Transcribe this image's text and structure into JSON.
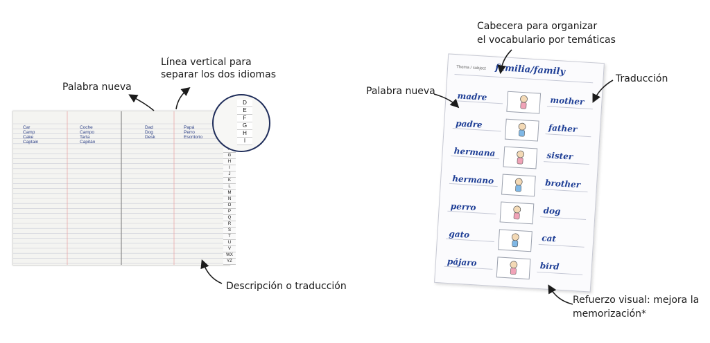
{
  "callouts": {
    "palabra_nueva_left": "Palabra nueva",
    "linea_vertical_1": "Línea vertical para",
    "linea_vertical_2": "separar los dos idiomas",
    "descripcion": "Descripción o traducción",
    "cabecera_1": "Cabecera para organizar",
    "cabecera_2": "el vocabulario por temáticas",
    "palabra_nueva_right": "Palabra nueva",
    "traduccion": "Traducción",
    "refuerzo_1": "Refuerzo visual: mejora la",
    "refuerzo_2": "memorización*"
  },
  "notebook": {
    "col1": [
      "Car",
      "Camp",
      "Cake",
      "Captain"
    ],
    "col2": [
      "Coche",
      "Campo",
      "Tarta",
      "Capitán"
    ],
    "col3": [
      "Dad",
      "Dog",
      "Desk"
    ],
    "col4": [
      "Papá",
      "Perro",
      "Escritorio"
    ],
    "tabs": [
      "F",
      "G",
      "H",
      "I",
      "J",
      "K",
      "L",
      "M",
      "N",
      "O",
      "P",
      "Q",
      "R",
      "S",
      "T",
      "U",
      "V",
      "WX",
      "YZ"
    ],
    "zoom_tabs": [
      "D",
      "E",
      "F",
      "G",
      "H",
      "I"
    ]
  },
  "sheet": {
    "header_label": "Thema / subject",
    "title": "familia/family",
    "left_words": [
      "madre",
      "padre",
      "hermana",
      "hermano",
      "perro",
      "gato",
      "pájaro"
    ],
    "right_words": [
      "mother",
      "father",
      "sister",
      "brother",
      "dog",
      "cat",
      "bird"
    ]
  },
  "colors": {
    "ink_blue": "#1f3f96",
    "line_blue": "#c6c9d6",
    "margin_red": "#e9a7a7",
    "arrow": "#1b1b1b"
  }
}
